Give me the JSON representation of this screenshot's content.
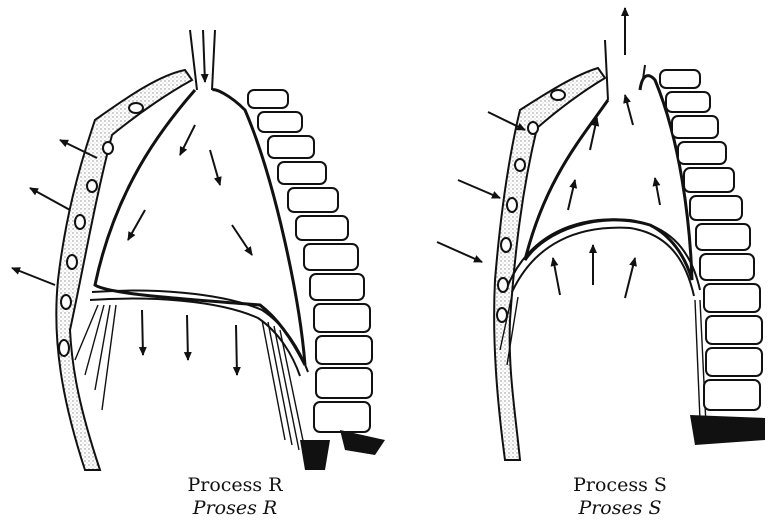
{
  "top_fragment": "",
  "panels": [
    {
      "id": "R",
      "title": "Process R",
      "subtitle": "Proses R"
    },
    {
      "id": "S",
      "title": "Process S",
      "subtitle": "Proses S"
    }
  ],
  "colors": {
    "ink": "#111111",
    "stipple": "#bdbdbd",
    "paper": "#ffffff"
  }
}
